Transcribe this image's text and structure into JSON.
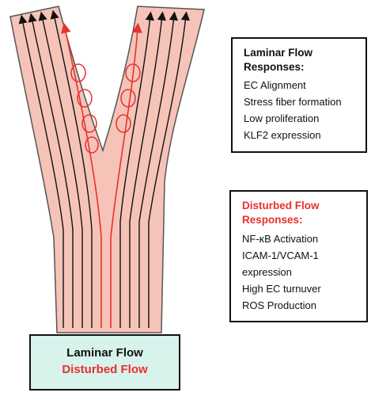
{
  "colors": {
    "vessel_fill": "#f6c3b8",
    "vessel_outline": "#555555",
    "laminar_line": "#111111",
    "disturbed": "#e8312e",
    "legend_bg": "#d8f2ec"
  },
  "laminar_box": {
    "title_line1": "Laminar Flow",
    "title_line2": "Responses:",
    "items": [
      "EC Alignment",
      "Stress fiber formation",
      "Low proliferation",
      "KLF2 expression"
    ]
  },
  "disturbed_box": {
    "title_line1": "Disturbed Flow",
    "title_line2": "Responses:",
    "items": [
      "NF-κB Activation",
      "ICAM-1/VCAM-1",
      "expression",
      "High EC turnuver",
      "ROS Production"
    ]
  },
  "legend": {
    "laminar_label": "Laminar Flow",
    "disturbed_label": "Disturbed Flow"
  }
}
